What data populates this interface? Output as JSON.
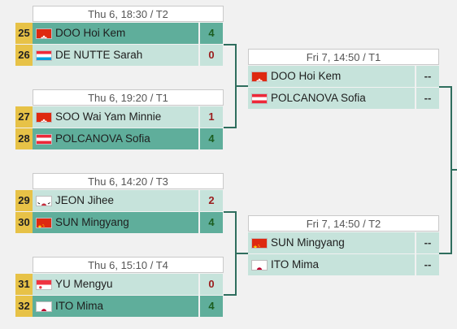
{
  "round1": [
    {
      "header": "Thu 6, 18:30 / T2",
      "p1": {
        "seed": "25",
        "name": "DOO Hoi Kem",
        "score": "4",
        "flag": "hk"
      },
      "p2": {
        "seed": "26",
        "name": "DE NUTTE Sarah",
        "score": "0",
        "flag": "lu"
      }
    },
    {
      "header": "Thu 6, 19:20 / T1",
      "p1": {
        "seed": "27",
        "name": "SOO Wai Yam Minnie",
        "score": "1",
        "flag": "hk"
      },
      "p2": {
        "seed": "28",
        "name": "POLCANOVA Sofia",
        "score": "4",
        "flag": "at"
      }
    },
    {
      "header": "Thu 6, 14:20 / T3",
      "p1": {
        "seed": "29",
        "name": "JEON Jihee",
        "score": "2",
        "flag": "kr"
      },
      "p2": {
        "seed": "30",
        "name": "SUN Mingyang",
        "score": "4",
        "flag": "cn"
      }
    },
    {
      "header": "Thu 6, 15:10 / T4",
      "p1": {
        "seed": "31",
        "name": "YU Mengyu",
        "score": "0",
        "flag": "sg"
      },
      "p2": {
        "seed": "32",
        "name": "ITO Mima",
        "score": "4",
        "flag": "jp"
      }
    }
  ],
  "round2": [
    {
      "header": "Fri 7, 14:50 / T1",
      "p1": {
        "name": "DOO Hoi Kem",
        "score": "--",
        "flag": "hk"
      },
      "p2": {
        "name": "POLCANOVA Sofia",
        "score": "--",
        "flag": "at"
      }
    },
    {
      "header": "Fri 7, 14:50 / T2",
      "p1": {
        "name": "SUN Mingyang",
        "score": "--",
        "flag": "cn"
      },
      "p2": {
        "name": "ITO Mima",
        "score": "--",
        "flag": "jp"
      }
    }
  ],
  "colors": {
    "winner_row": "#5fae9b",
    "loser_row": "#c6e3db",
    "seed_bg": "#e7c247",
    "connector": "#2f6e5e",
    "win_score": "#1b5e20",
    "lose_score": "#9b1c1c"
  }
}
